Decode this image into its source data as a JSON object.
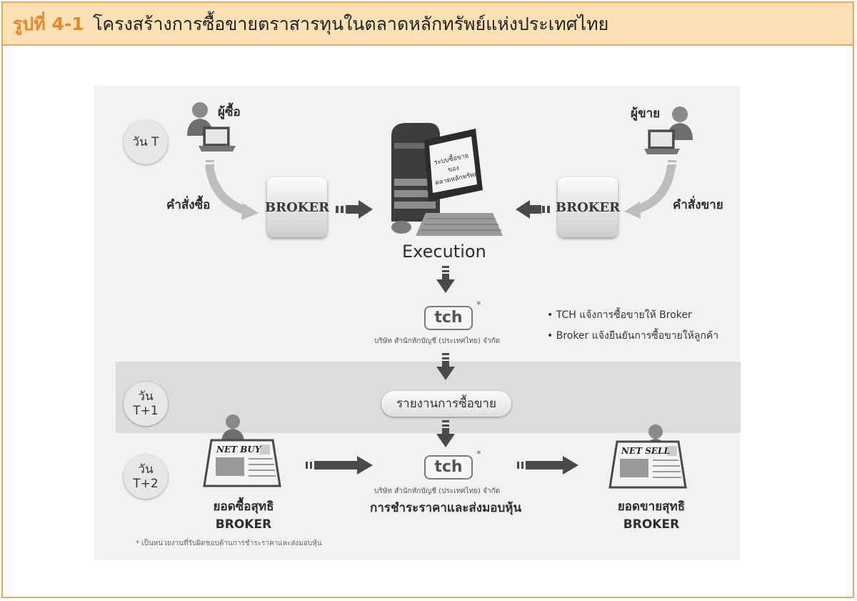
{
  "header": {
    "figure_number": "รูปที่ 4-1",
    "title": "โครงสร้างการซื้อขายตราสารทุนในตลาดหลักทรัพย์แห่งประเทศไทย"
  },
  "days": {
    "t": "วัน T",
    "t1_line1": "วัน",
    "t1_line2": "T+1",
    "t2_line1": "วัน",
    "t2_line2": "T+2"
  },
  "buyer": {
    "label": "ผู้ซื้อ",
    "order": "คำสั่งซื้อ"
  },
  "seller": {
    "label": "ผู้ขาย",
    "order": "คำสั่งขาย"
  },
  "broker_box": "BROKER",
  "exchange": {
    "screen_line1": "ระบบซื้อขายของ",
    "screen_line2": "ตลาดหลักทรัพย์",
    "execution": "Execution"
  },
  "tch": {
    "logo": "tch",
    "star": "*",
    "caption": "บริษัท สำนักหักบัญชี (ประเทศไทย) จำกัด"
  },
  "notes": [
    "• TCH แจ้งการซื้อขายให้ Broker",
    "• Broker แจ้งยืนยันการซื้อขายให้ลูกค้า"
  ],
  "report": "รายงานการซื้อขาย",
  "net_buy": {
    "paper": "NET BUY",
    "line1": "ยอดซื้อสุทธิ",
    "line2": "BROKER"
  },
  "net_sell": {
    "paper": "NET SELL",
    "line1": "ยอดขายสุทธิ",
    "line2": "BROKER"
  },
  "settlement": "การชำระราคาและส่งมอบหุ้น",
  "footnote": "* เป็นหน่วยงานที่รับผิดชอบด้านการชำระราคาและส่งมอบหุ้น",
  "colors": {
    "accent": "#e8862a",
    "header_bg": "#fde0b4",
    "border": "#f2a55a",
    "arrow": "#4a4a4a"
  }
}
